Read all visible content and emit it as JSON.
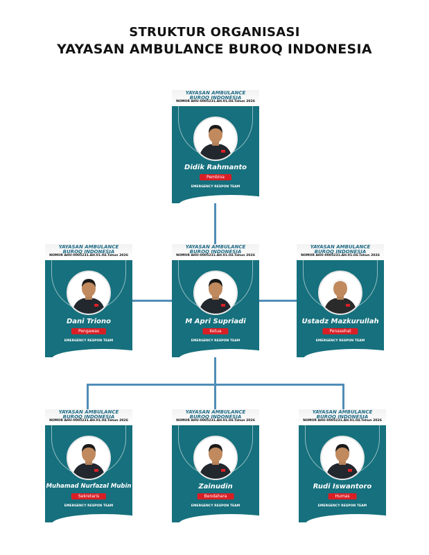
{
  "title": {
    "line1": "STRUKTUR ORGANISASI",
    "line2": "YAYASAN AMBULANCE BUROQ INDONESIA"
  },
  "card_common": {
    "org": "YAYASAN AMBULANCE\nBUROQ INDONESIA",
    "registration": "NOMOR AHU-0005231.AH.01.04.Tahun 2026",
    "team": "EMERGENCY RESPON TEAM"
  },
  "members": [
    {
      "name": "Didik Rahmanto",
      "role": "Pembina"
    },
    {
      "name": "Dani Triono",
      "role": "Pengawas"
    },
    {
      "name": "M Apri Supriadi",
      "role": "Ketua"
    },
    {
      "name": "Ustadz Mazkurullah",
      "role": "Penasehat"
    },
    {
      "name": "Muhamad Nurfazal Mubin",
      "role": "Sekretaris"
    },
    {
      "name": "Zainudin",
      "role": "Bendahara"
    },
    {
      "name": "Rudi Iswantoro",
      "role": "Humas"
    }
  ],
  "colors": {
    "card_bg": "#16707d",
    "connector": "#4f8db7",
    "role_badge": "#d91f26"
  }
}
